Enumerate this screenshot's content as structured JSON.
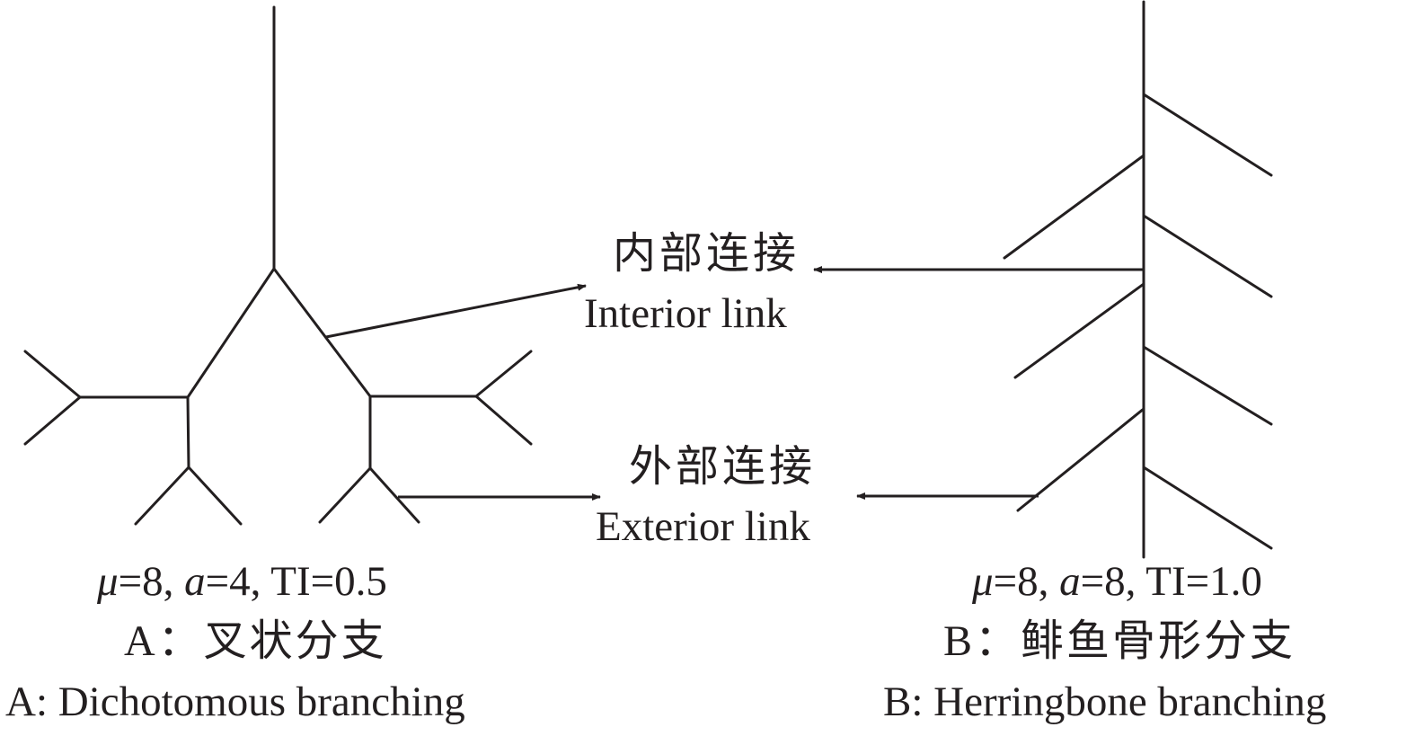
{
  "diagram": {
    "stroke_color": "#231f20",
    "background": "#ffffff",
    "center_labels": {
      "interior_zh": "内部连接",
      "interior_en": "Interior link",
      "exterior_zh": "外部连接",
      "exterior_en": "Exterior link"
    },
    "panel_a": {
      "mu_symbol": "μ",
      "mu_value": "=8, ",
      "a_symbol": "a",
      "a_value": "=4, TI=0.5",
      "title_zh": "A：叉状分支",
      "title_en": "A: Dichotomous branching",
      "type": "dichotomous"
    },
    "panel_b": {
      "mu_symbol": "μ",
      "mu_value": "=8, ",
      "a_symbol": "a",
      "a_value": "=8, TI=1.0",
      "title_zh": "B：鲱鱼骨形分支",
      "title_en": "B: Herringbone branching",
      "type": "herringbone"
    }
  }
}
